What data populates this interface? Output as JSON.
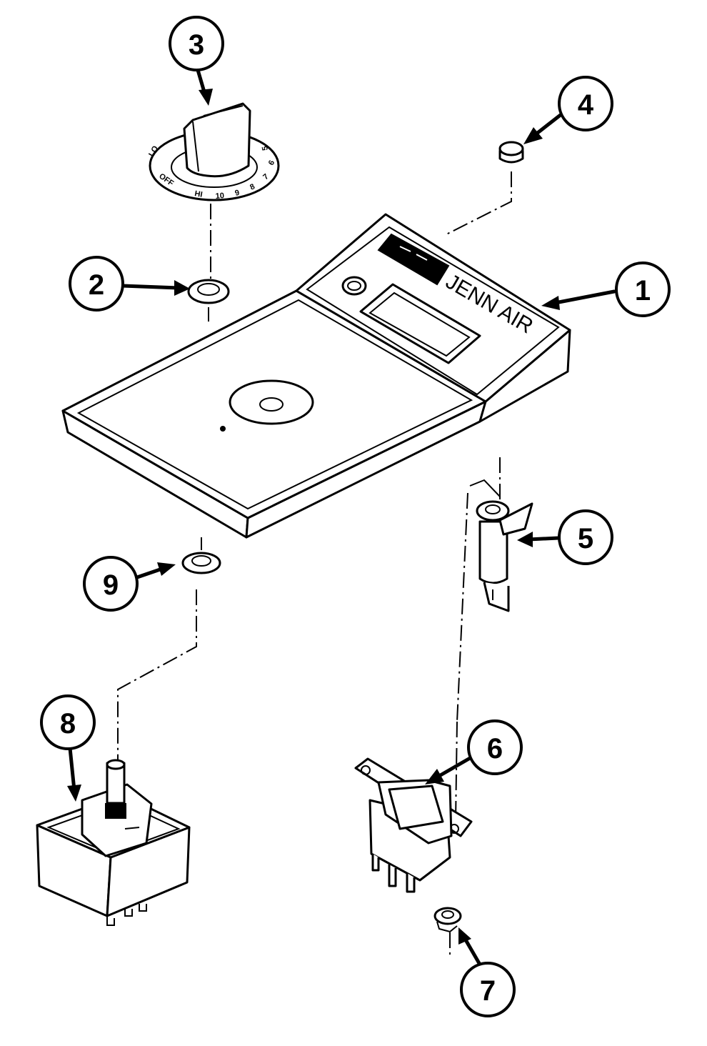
{
  "diagram": {
    "brand_label": "JENN AIR",
    "dial_marks": [
      "OFF",
      "LO",
      "HI",
      "10",
      "9",
      "8",
      "7",
      "6",
      "5"
    ],
    "callouts": [
      "1",
      "2",
      "3",
      "4",
      "5",
      "6",
      "7",
      "8",
      "9"
    ]
  }
}
